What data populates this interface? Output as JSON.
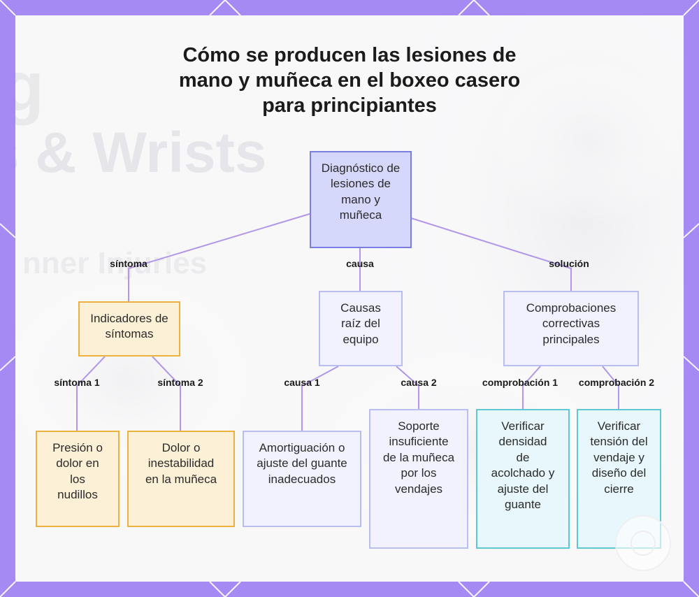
{
  "title": "Cómo se producen las lesiones de mano y muñeca en el boxeo casero para principiantes",
  "background_text": [
    "g",
    "s & Wrists",
    "nner Injuries"
  ],
  "colors": {
    "frame": "#a48af2",
    "edge": "#b197e8",
    "root_fill": "#d6d8fb",
    "yellow_fill": "#fcf0d6",
    "yellow_border": "#edb13e",
    "lavender_fill": "#f1f2fd",
    "cyan_fill": "#e8f7fb",
    "cyan_border": "#5ec8d7"
  },
  "nodes": {
    "root": "Diagnóstico de lesiones de mano y muñeca",
    "sintomas": "Indicadores de síntomas",
    "causas": "Causas raíz del equipo",
    "comprobaciones": "Comprobaciones correctivas principales",
    "sintoma1": "Presión o dolor en los nudillos",
    "sintoma2": "Dolor o inestabilidad en la muñeca",
    "causa1": "Amortiguación o ajuste del guante inadecuados",
    "causa2": "Soporte insuficiente de la muñeca por los vendajes",
    "comprobacion1": "Verificar densidad de acolchado y ajuste del guante",
    "comprobacion2": "Verificar tensión del vendaje y diseño del cierre"
  },
  "edge_labels": {
    "sintoma": "síntoma",
    "causa": "causa",
    "solucion": "solución",
    "sintoma1": "síntoma 1",
    "sintoma2": "síntoma 2",
    "causa1": "causa 1",
    "causa2": "causa 2",
    "comprobacion1": "comprobación 1",
    "comprobacion2": "comprobación 2"
  }
}
